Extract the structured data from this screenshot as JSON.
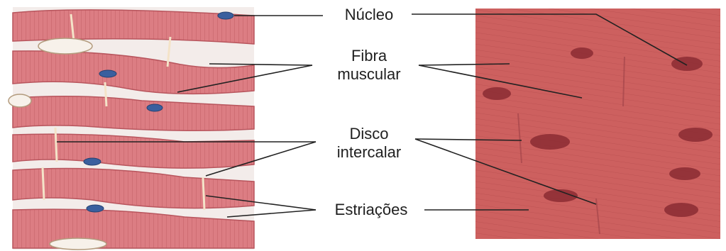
{
  "labels": {
    "nucleo": "Núcleo",
    "fibra_line1": "Fibra",
    "fibra_line2": "muscular",
    "disco_line1": "Disco",
    "disco_line2": "intercalar",
    "estriacoes": "Estriações"
  },
  "colors": {
    "fiber": "#d9757c",
    "fiber_dark": "#c25a62",
    "nucleus_illustration": "#3a5f9e",
    "micrograph_bg": "#c85a58",
    "micrograph_nucleus": "#8b2c33",
    "leader_line": "#222222"
  }
}
